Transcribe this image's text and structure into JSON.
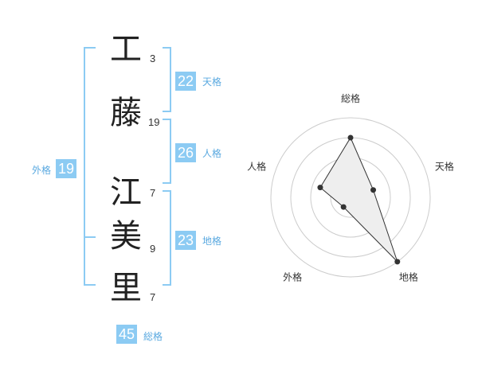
{
  "name": {
    "characters": [
      {
        "char": "工",
        "strokes": "3"
      },
      {
        "char": "藤",
        "strokes": "19"
      },
      {
        "char": "江",
        "strokes": "7"
      },
      {
        "char": "美",
        "strokes": "9"
      },
      {
        "char": "里",
        "strokes": "7"
      }
    ]
  },
  "fortunes": {
    "tenkaku": {
      "label": "天格",
      "value": "22"
    },
    "jinkaku": {
      "label": "人格",
      "value": "26"
    },
    "chikaku": {
      "label": "地格",
      "value": "23"
    },
    "gaikaku": {
      "label": "外格",
      "value": "19"
    },
    "soukaku": {
      "label": "総格",
      "value": "45"
    }
  },
  "colors": {
    "accent": "#8ccbf3",
    "accent_text": "#5aa9e0",
    "bracket": "#8ccbf3",
    "ring": "#cccccc",
    "area": "#eeeeee"
  },
  "chart_data": {
    "type": "radar",
    "axes": [
      "総格",
      "天格",
      "地格",
      "外格",
      "人格"
    ],
    "values": [
      0.75,
      0.3,
      1.0,
      0.15,
      0.4
    ],
    "range": [
      0,
      1
    ],
    "rings": 4,
    "grid": true
  }
}
